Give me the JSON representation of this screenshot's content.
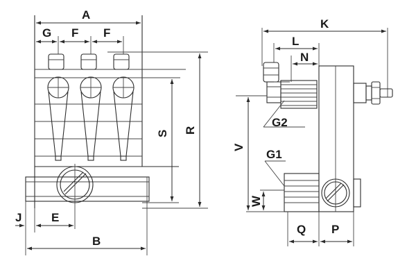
{
  "front_view": {
    "labels": {
      "A": "A",
      "G": "G",
      "F1": "F",
      "F2": "F",
      "S": "S",
      "R": "R",
      "E": "E",
      "J": "J",
      "B": "B"
    }
  },
  "side_view": {
    "labels": {
      "K": "K",
      "L": "L",
      "N": "N",
      "G2": "G2",
      "V": "V",
      "G1": "G1",
      "W": "W",
      "Q": "Q",
      "P": "P"
    }
  }
}
